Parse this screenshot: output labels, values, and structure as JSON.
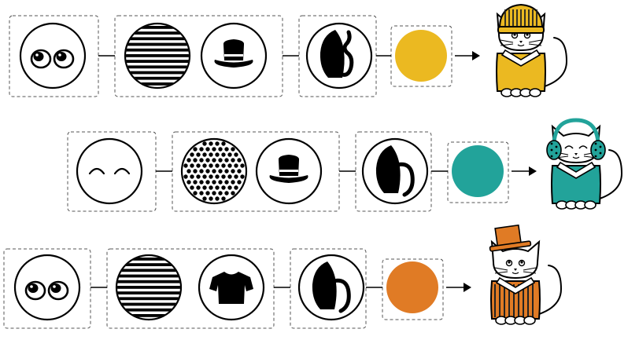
{
  "rows": [
    {
      "eyes": "eyes-looking-up",
      "pattern": "horizontal-stripes",
      "clothing": "bowler-hat",
      "tail": "tail-curled-up",
      "color": "#EBB921",
      "result": {
        "outfit": "striped-beanie",
        "color": "#EBB921"
      }
    },
    {
      "eyes": "eyes-closed-happy",
      "pattern": "polka-dots",
      "clothing": "bowler-hat",
      "tail": "tail-curled-down",
      "color": "#22A39A",
      "result": {
        "outfit": "earmuffs",
        "color": "#22A39A"
      }
    },
    {
      "eyes": "eyes-looking-up",
      "pattern": "horizontal-stripes",
      "clothing": "t-shirt",
      "tail": "tail-curled-down",
      "color": "#E07B25",
      "result": {
        "outfit": "top-hat",
        "color": "#E07B25"
      }
    }
  ]
}
